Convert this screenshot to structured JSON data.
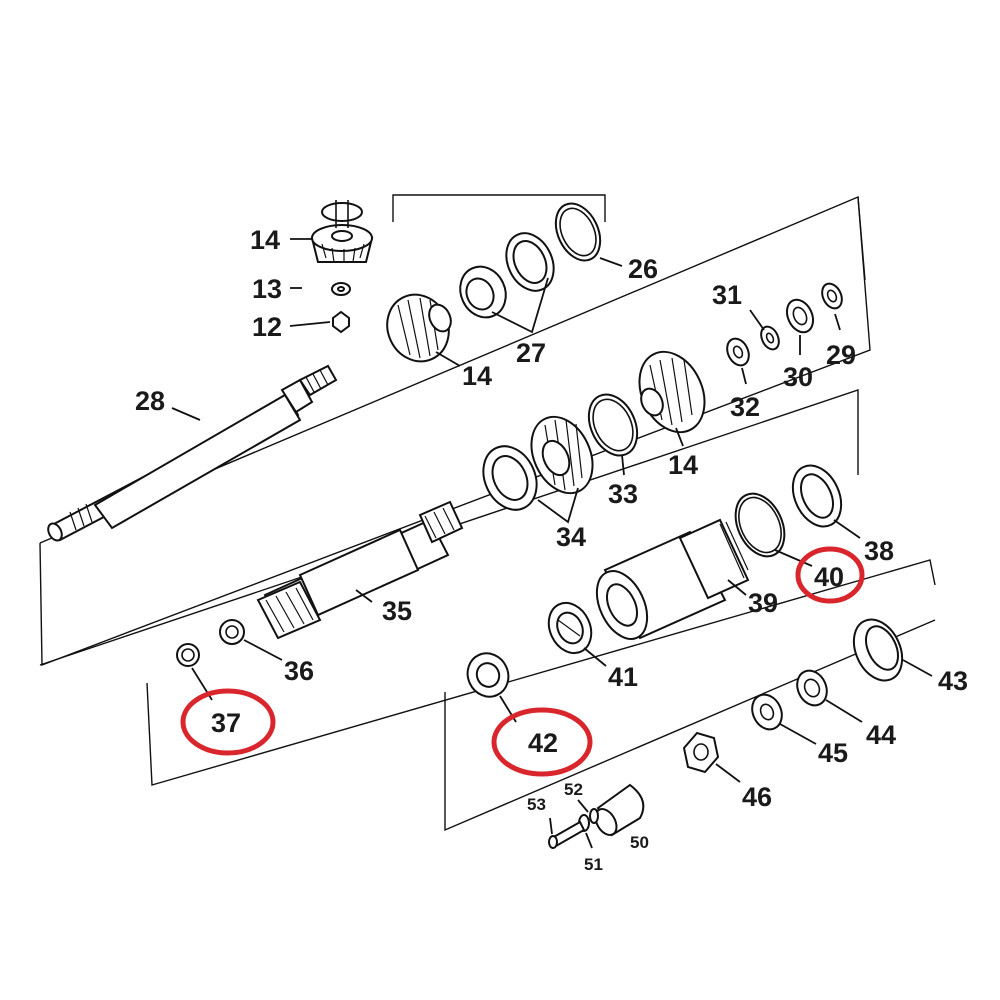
{
  "diagram": {
    "type": "exploded-parts-diagram",
    "highlight_color": "#d9262c",
    "line_color": "#111111",
    "callouts": [
      {
        "id": "p14a",
        "label": "14"
      },
      {
        "id": "p13",
        "label": "13"
      },
      {
        "id": "p12",
        "label": "12"
      },
      {
        "id": "p26",
        "label": "26"
      },
      {
        "id": "p27",
        "label": "27"
      },
      {
        "id": "p14b",
        "label": "14"
      },
      {
        "id": "p28",
        "label": "28"
      },
      {
        "id": "p31",
        "label": "31"
      },
      {
        "id": "p30",
        "label": "30"
      },
      {
        "id": "p29",
        "label": "29"
      },
      {
        "id": "p32",
        "label": "32"
      },
      {
        "id": "p14c",
        "label": "14"
      },
      {
        "id": "p33",
        "label": "33"
      },
      {
        "id": "p34",
        "label": "34"
      },
      {
        "id": "p38",
        "label": "38"
      },
      {
        "id": "p40",
        "label": "40",
        "highlighted": true
      },
      {
        "id": "p39",
        "label": "39"
      },
      {
        "id": "p35",
        "label": "35"
      },
      {
        "id": "p36",
        "label": "36"
      },
      {
        "id": "p37",
        "label": "37",
        "highlighted": true
      },
      {
        "id": "p41",
        "label": "41"
      },
      {
        "id": "p42",
        "label": "42",
        "highlighted": true
      },
      {
        "id": "p43",
        "label": "43"
      },
      {
        "id": "p44",
        "label": "44"
      },
      {
        "id": "p45",
        "label": "45"
      },
      {
        "id": "p46",
        "label": "46"
      },
      {
        "id": "p53",
        "label": "53"
      },
      {
        "id": "p52",
        "label": "52"
      },
      {
        "id": "p51",
        "label": "51"
      },
      {
        "id": "p50",
        "label": "50"
      }
    ]
  }
}
